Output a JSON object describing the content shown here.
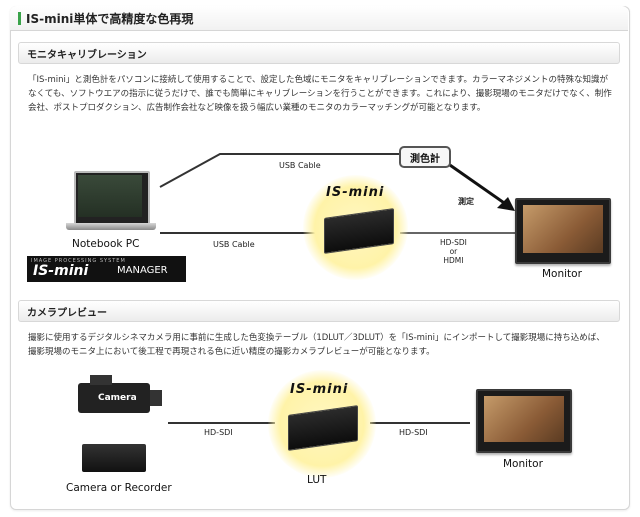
{
  "header": {
    "title": "IS-mini単体で高精度な色再現"
  },
  "section1": {
    "title": "モニタキャリブレーション",
    "text": "「IS-mini」と測色計をパソコンに接続して使用することで、設定した色域にモニタをキャリブレーションできます。カラーマネジメントの特殊な知識がなくても、ソフトウエアの指示に従うだけで、誰でも簡単にキャリブレーションを行うことができます。これにより、撮影現場のモニタだけでなく、制作会社、ポストプロダクション、広告制作会社など映像を扱う幅広い業種のモニタのカラーマッチングが可能となります。",
    "sensor_label": "測色計",
    "usb_cable_top": "USB Cable",
    "usb_cable_bottom": "USB Cable",
    "measure": "測定",
    "notebook_label": "Notebook PC",
    "ismini_logo": "IS-mini",
    "conn_line1": "HD-SDI",
    "conn_line2": "or",
    "conn_line3": "HDMI",
    "monitor_label": "Monitor",
    "manager_small": "IMAGE PROCESSING SYSTEM",
    "manager_logo": "IS-mini",
    "manager_word": "MANAGER"
  },
  "section2": {
    "title": "カメラプレビュー",
    "text": "撮影に使用するデジタルシネマカメラ用に事前に生成した色変換テーブル（1DLUT／3DLUT）を「IS-mini」にインポートして撮影現場に持ち込めば、撮影現場のモニタ上において後工程で再現される色に近い精度の撮影カメラプレビューが可能となります。",
    "camera_text": "Camera",
    "camera_label": "Camera or Recorder",
    "hdsdi_left": "HD-SDI",
    "hdsdi_right": "HD-SDI",
    "ismini_logo": "IS-mini",
    "lut_label": "LUT",
    "monitor_label": "Monitor"
  }
}
